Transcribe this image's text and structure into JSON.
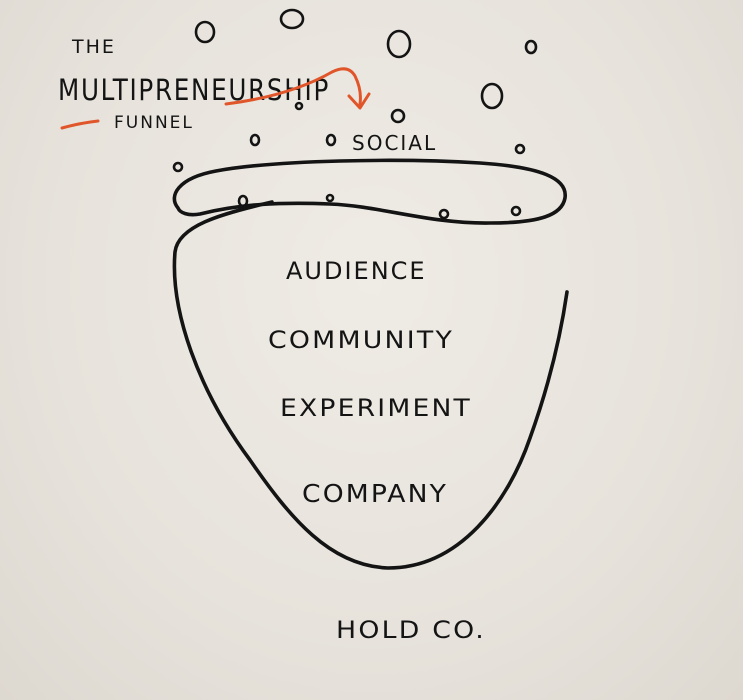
{
  "title": {
    "line1": "THE",
    "line2": "MULTIPRENEURSHIP",
    "line3": "FUNNEL"
  },
  "labels": {
    "social": "SOCIAL",
    "audience": "AUDIENCE",
    "community": "COMMUNITY",
    "experiment": "EXPERIMENT",
    "company": "COMPANY",
    "hold_co": "HOLD CO."
  },
  "colors": {
    "ink": "#141414",
    "accent": "#e0562a",
    "paper": "#e9e5df"
  }
}
